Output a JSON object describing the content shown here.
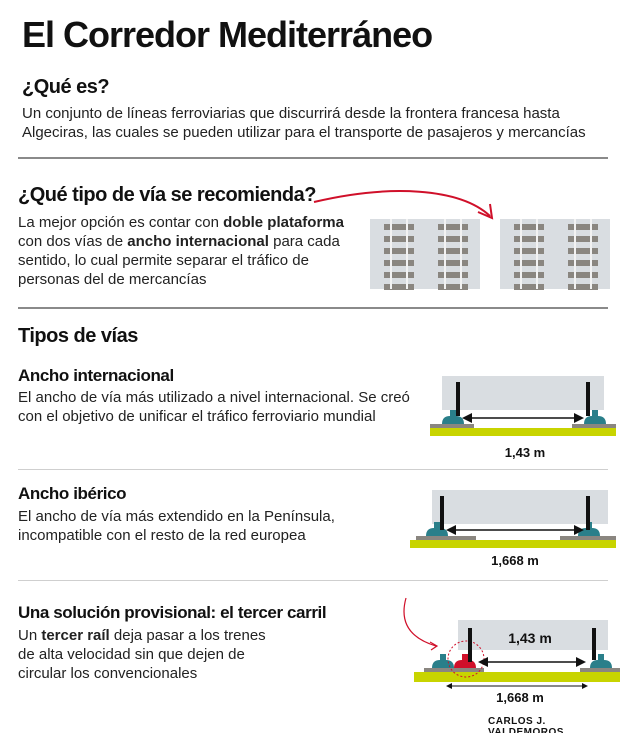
{
  "title": "El Corredor Mediterráneo",
  "what": {
    "heading": "¿Qué es?",
    "text": "Un conjunto de líneas ferroviarias  que discurrirá desde la frontera francesa hasta Algeciras, las cuales se pueden utilizar para el transporte de pasajeros y mercancías"
  },
  "recommend": {
    "heading": "¿Qué tipo de vía se recomienda?",
    "t1": "La mejor opción es contar con ",
    "b1": "doble plataforma",
    "t2": " con dos vías de ",
    "b2": "ancho internacional",
    "t3": " para cada sentido, lo cual permite separar el tráfico de personas del de mercancías"
  },
  "types": {
    "heading": "Tipos de vías"
  },
  "international": {
    "heading": "Ancho internacional",
    "text": "El ancho de vía más utilizado a nivel internacional. Se creó con el objetivo de unificar el tráfico ferroviario mundial",
    "measure": "1,43 m"
  },
  "iberian": {
    "heading": "Ancho ibérico",
    "text": "El ancho de vía más extendido en la Península, incompatible con el resto de la red europea",
    "measure": "1,668 m"
  },
  "third": {
    "heading": "Una solución provisional: el tercer carril",
    "t1": "Un ",
    "b1": "tercer raíl",
    "t2": " deja pasar a los trenes de alta velocidad sin que dejen de circular los convencionales",
    "measure_inner": "1,43 m",
    "measure_outer": "1,668 m"
  },
  "credit": "CARLOS J. VALDEMOROS",
  "colors": {
    "ground": "#c8d400",
    "rail": "#2a7f8a",
    "third_rail": "#d0102a",
    "train": "#d9dde1",
    "sleeper": "#8a8680",
    "arrow_red": "#d0102a"
  }
}
